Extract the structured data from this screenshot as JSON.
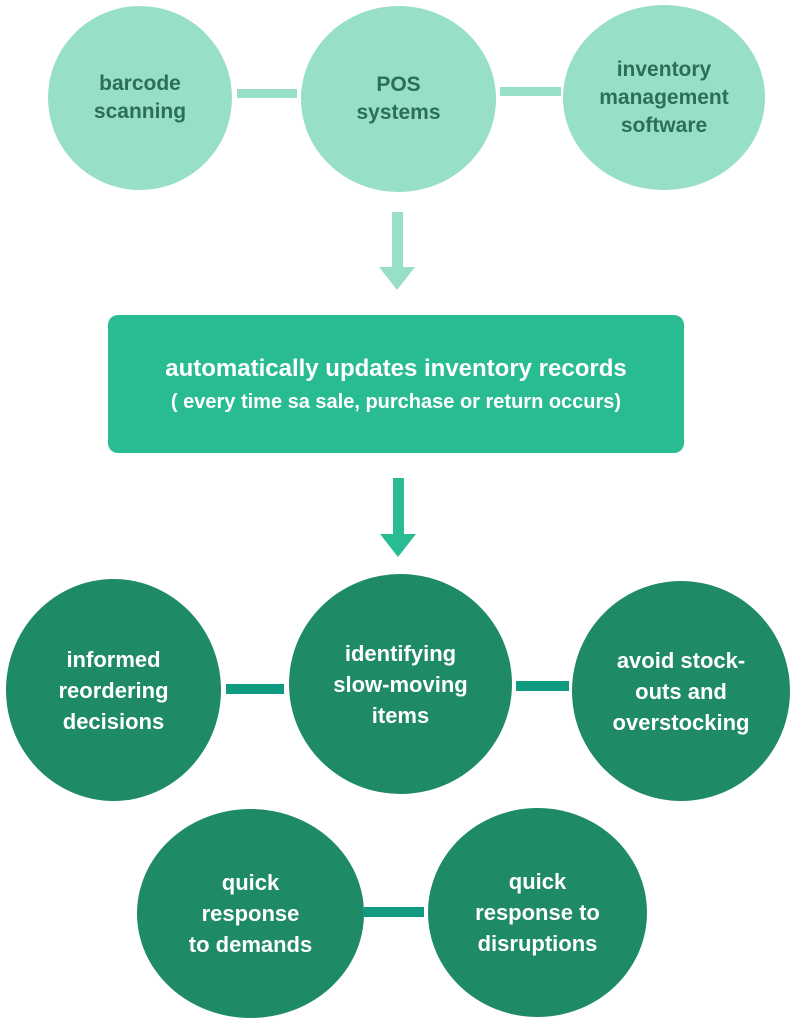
{
  "diagram": {
    "top_row": {
      "circles": [
        {
          "label": "barcode\nscanning"
        },
        {
          "label": "POS\nsystems"
        },
        {
          "label": "inventory\nmanagement\nsoftware"
        }
      ]
    },
    "process_box": {
      "title": "automatically updates inventory records",
      "subtitle": "( every time sa sale, purchase or return occurs)"
    },
    "middle_row": {
      "circles": [
        {
          "label": "informed\nreordering\ndecisions"
        },
        {
          "label": "identifying\nslow-moving\nitems"
        },
        {
          "label": "avoid stock-\nouts and\noverstocking"
        }
      ]
    },
    "bottom_row": {
      "circles": [
        {
          "label": "quick\nresponse\nto demands"
        },
        {
          "label": "quick\nresponse to\ndisruptions"
        }
      ]
    },
    "colors": {
      "light_circle_fill": "#98dfc8",
      "light_circle_text": "#2d6e57",
      "process_box_fill": "#29bc92",
      "dark_circle_fill": "#1e8a67",
      "dark_circle_text": "#ffffff",
      "connector_teal": "#109a80",
      "background": "#ffffff"
    }
  }
}
